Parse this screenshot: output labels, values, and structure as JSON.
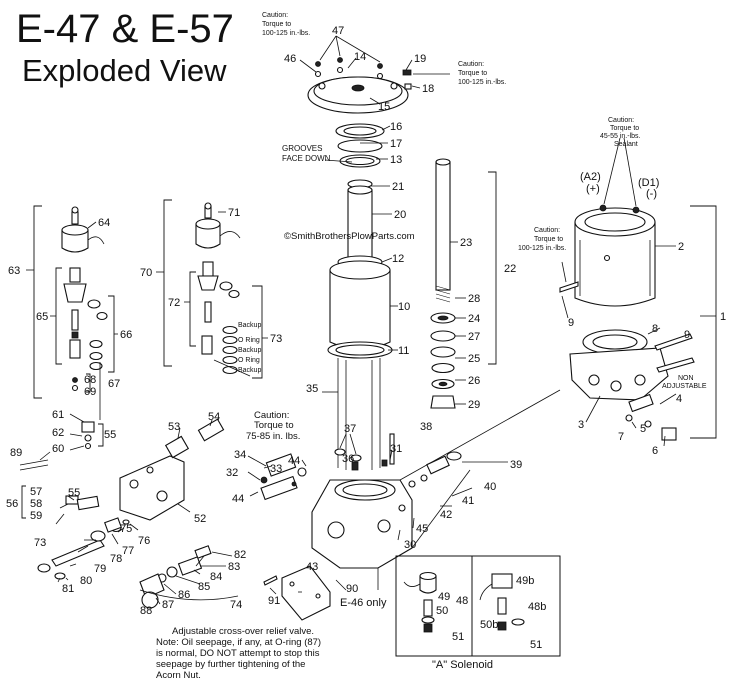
{
  "title": {
    "line1": "E-47 & E-57",
    "line2": "Exploded View"
  },
  "watermark": "©SmithBrothersPlowParts.com",
  "cautions": {
    "top_left": [
      "Caution:",
      "Torque to",
      "100-125 in.-lbs."
    ],
    "top_right": [
      "Caution:",
      "Torque to",
      "100-125 in.-lbs."
    ],
    "motor": [
      "Caution:",
      "Torque to",
      "45-55 in.-lbs.",
      "Sealant"
    ],
    "bolt": [
      "Caution:",
      "Torque to",
      "100-125 in.-lbs."
    ],
    "center": [
      "Caution:",
      "Torque to",
      "75-85 in. lbs."
    ]
  },
  "grooves": [
    "GROOVES",
    "FACE DOWN"
  ],
  "non_adjustable": [
    "NON",
    "ADJUSTABLE"
  ],
  "terminals": {
    "a2": "(A2)",
    "a2_sign": "(+)",
    "d1": "(D1)",
    "d1_sign": "(-)"
  },
  "seal_labels": {
    "backup": "Backup",
    "oring": "O Ring"
  },
  "e46_only": "E-46 only",
  "solenoid_caption": "\"A\" Solenoid",
  "footnote": [
    "Adjustable cross-over relief valve.",
    "Note: Oil seepage, if any, at O-ring (87)",
    "is normal, DO NOT attempt to stop this",
    "seepage by further tightening of the",
    "Acorn Nut."
  ],
  "part_numbers": {
    "p1": "1",
    "p2": "2",
    "p3": "3",
    "p4": "4",
    "p5": "5",
    "p6": "6",
    "p7": "7",
    "p8": "8",
    "p9a": "9",
    "p9b": "9",
    "p10": "10",
    "p11": "11",
    "p12": "12",
    "p13": "13",
    "p14": "14",
    "p15": "15",
    "p16": "16",
    "p17": "17",
    "p18": "18",
    "p19": "19",
    "p20": "20",
    "p21": "21",
    "p22": "22",
    "p23": "23",
    "p24": "24",
    "p25": "25",
    "p26": "26",
    "p27": "27",
    "p28": "28",
    "p29": "29",
    "p30": "30",
    "p31": "31",
    "p32": "32",
    "p33": "33",
    "p34": "34",
    "p35": "35",
    "p36": "36",
    "p37": "37",
    "p38": "38",
    "p39": "39",
    "p40": "40",
    "p41": "41",
    "p42": "42",
    "p43": "43",
    "p44a": "44",
    "p44b": "44",
    "p45": "45",
    "p46": "46",
    "p47": "47",
    "p48": "48",
    "p48b": "48b",
    "p49": "49",
    "p49b": "49b",
    "p50": "50",
    "p50b": "50b",
    "p51": "51",
    "p51b": "51",
    "p52": "52",
    "p53": "53",
    "p54": "54",
    "p55a": "55",
    "p55b": "55",
    "p56": "56",
    "p57": "57",
    "p58": "58",
    "p59": "59",
    "p60": "60",
    "p61": "61",
    "p62": "62",
    "p63": "63",
    "p64": "64",
    "p65": "65",
    "p66": "66",
    "p67": "67",
    "p68": "68",
    "p69": "69",
    "p70": "70",
    "p71": "71",
    "p72": "72",
    "p73a": "73",
    "p73b": "73",
    "p74": "74",
    "p75": "75",
    "p76": "76",
    "p77": "77",
    "p78": "78",
    "p79": "79",
    "p80": "80",
    "p81": "81",
    "p82": "82",
    "p83": "83",
    "p84": "84",
    "p85": "85",
    "p86": "86",
    "p87": "87",
    "p88": "88",
    "p89": "89",
    "p90": "90",
    "p91": "91"
  }
}
